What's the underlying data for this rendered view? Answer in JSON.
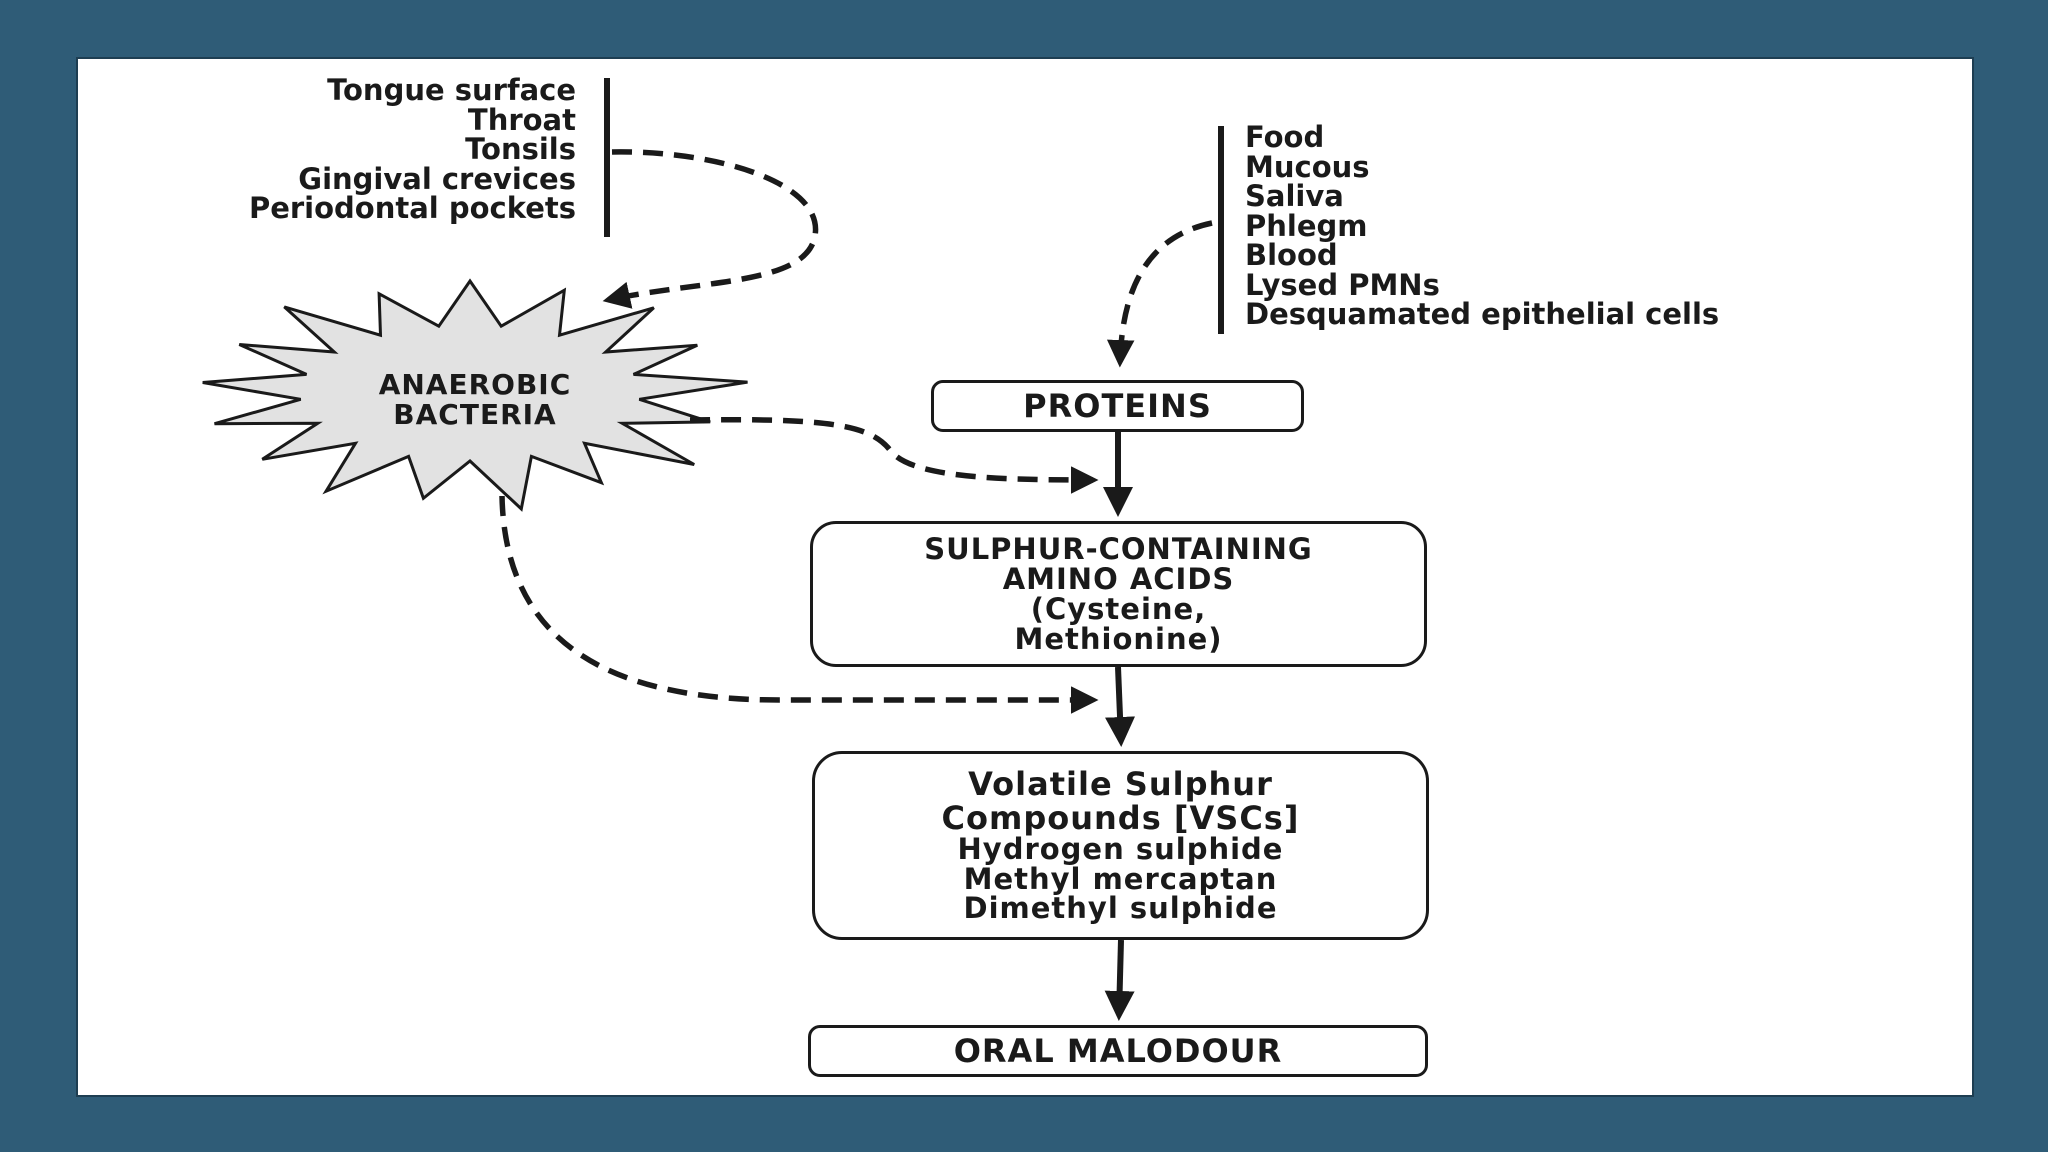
{
  "bacteria_sites": [
    "Tongue surface",
    "Throat",
    "Tonsils",
    "Gingival crevices",
    "Periodontal pockets"
  ],
  "protein_sources": [
    "Food",
    "Mucous",
    "Saliva",
    "Phlegm",
    "Blood",
    "Lysed PMNs",
    "Desquamated epithelial cells"
  ],
  "bacteria": {
    "line1": "ANAEROBIC",
    "line2": "BACTERIA"
  },
  "proteins": {
    "label": "PROTEINS"
  },
  "amino_acids": {
    "line1": "SULPHUR-CONTAINING",
    "line2": "AMINO ACIDS",
    "line3": "(Cysteine,",
    "line4": "Methionine)"
  },
  "vsc": {
    "line1": "Volatile Sulphur",
    "line2": "Compounds [VSCs]",
    "line3": "Hydrogen sulphide",
    "line4": "Methyl mercaptan",
    "line5": "Dimethyl sulphide"
  },
  "malodour": {
    "label": "ORAL MALODOUR"
  },
  "colors": {
    "background": "#2f5c77",
    "panel": "#ffffff",
    "ink": "#1a1a1a",
    "burst_fill": "#e2e2e2"
  }
}
